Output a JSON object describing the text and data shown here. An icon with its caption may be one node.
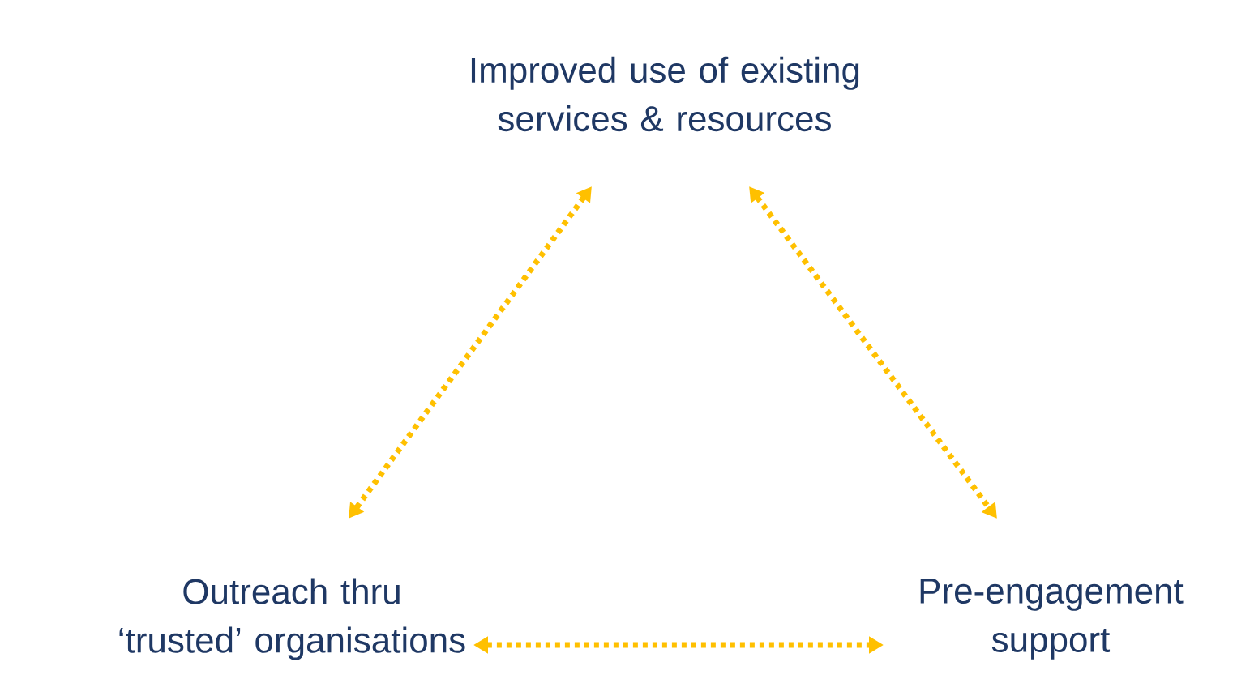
{
  "diagram": {
    "nodes": [
      {
        "text": [
          "Improved use of existing services & resources"
        ]
      },
      {
        "text": [
          "Outreach thru ‘trusted’ organisations"
        ]
      },
      {
        "text": [
          "Pre-engagement support"
        ]
      }
    ],
    "edges": [
      {
        "from": 0,
        "to": 1,
        "arrow": "both",
        "style": "dashed"
      },
      {
        "from": 0,
        "to": 2,
        "arrow": "both",
        "style": "dashed"
      },
      {
        "from": 1,
        "to": 2,
        "arrow": "both",
        "style": "dashed"
      }
    ]
  }
}
